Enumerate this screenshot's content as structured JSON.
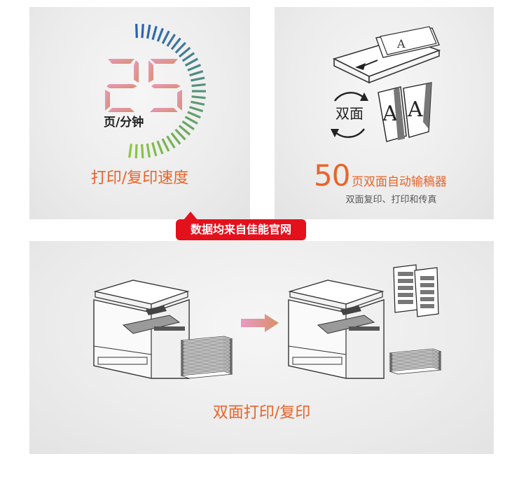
{
  "speed": {
    "number": "25",
    "unit": "页/分钟",
    "caption": "打印/复印速度"
  },
  "adf": {
    "number": "50",
    "title": "页双面自动输稿器",
    "subtitle": "双面复印、打印和传真",
    "duplex_icon_text": "双面"
  },
  "badge": {
    "text": "数据均来自佳能官网"
  },
  "duplex": {
    "caption": "双面打印/复印"
  },
  "colors": {
    "accent": "#e8642a",
    "badge": "#e4101c"
  }
}
